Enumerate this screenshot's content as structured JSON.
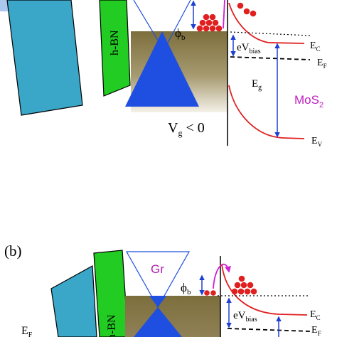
{
  "panel_a": {
    "hbn_label": "h-BN",
    "phi_label": "ϕ",
    "phi_sub": "b",
    "ebias_label": "eV",
    "ebias_sub": "bias",
    "ec_label": "E",
    "ec_sub": "C",
    "ef_label": "E",
    "ef_sub": "F",
    "eg_label": "E",
    "eg_sub": "g",
    "mos2_label": "MoS",
    "mos2_sub": "2",
    "ev_label": "E",
    "ev_sub": "V",
    "vg_label": "V",
    "vg_sub": "g",
    "vg_cond": " < 0"
  },
  "panel_b": {
    "panel_tag": "(b)",
    "gr_label": "Gr",
    "hbn_label": "h-BN",
    "phi_label": "ϕ",
    "phi_sub": "b",
    "ebias_label": "eV",
    "ebias_sub": "bias",
    "ec_label": "E",
    "ec_sub": "C",
    "ef_label": "E",
    "ef_sub": "F",
    "left_ef_label": "E",
    "left_ef_sub": "F"
  },
  "colors": {
    "gate": "#3aa6c8",
    "hbn": "#22cc22",
    "graphene_block": "#86784a",
    "dirac_fill": "#1f4fe0",
    "band_curve": "#e02020",
    "electron": "#e02020",
    "arrow_blue": "#1f3fd0",
    "arrow_magenta": "#d020d0",
    "mos2_text": "#c020c0",
    "gr_text": "#b020b0",
    "top_strip": "#aac8ee"
  }
}
